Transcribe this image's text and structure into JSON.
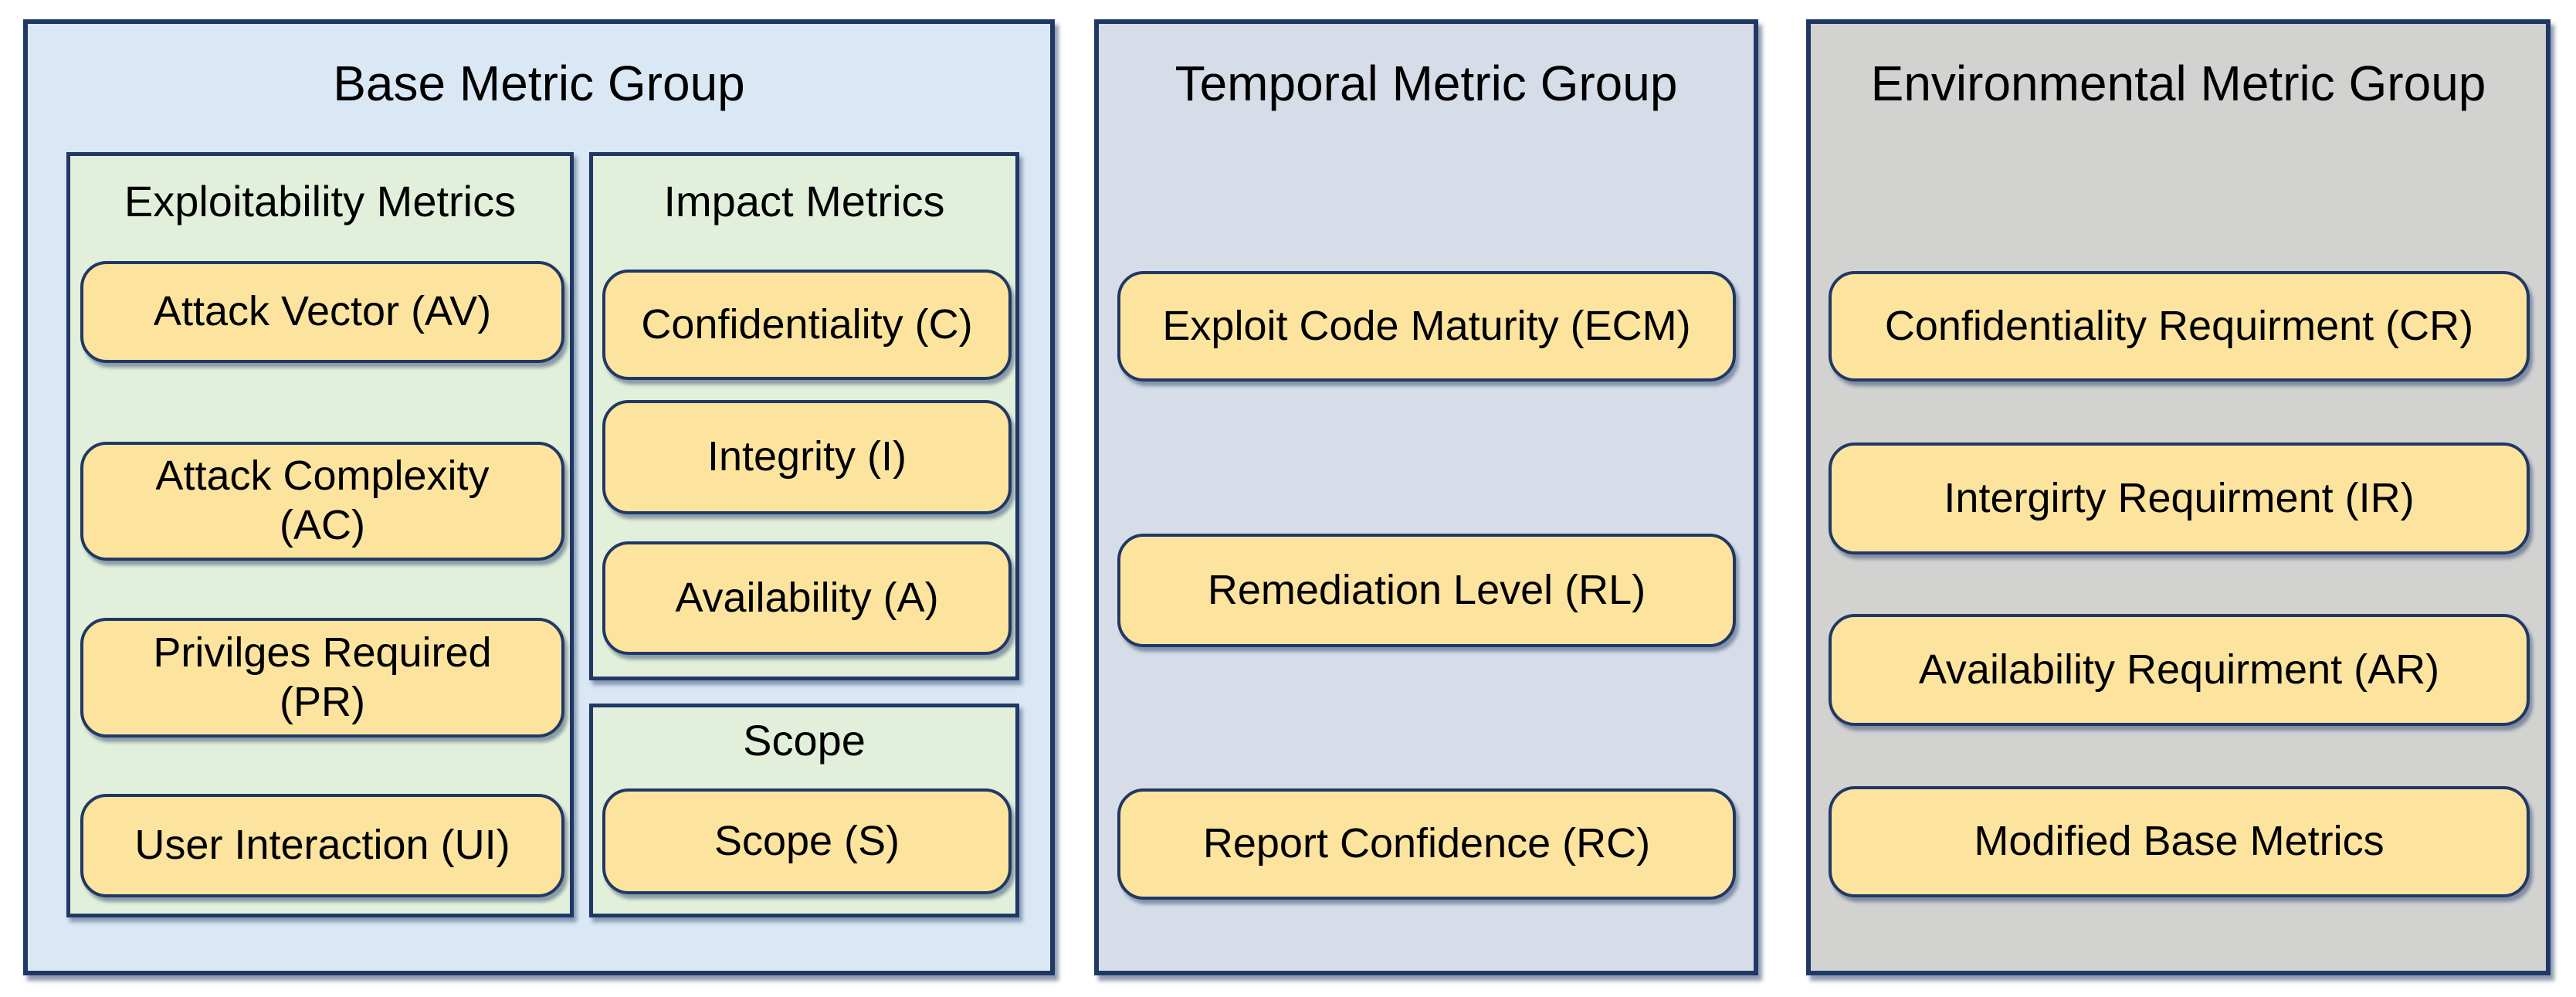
{
  "diagram": {
    "groups": [
      {
        "title": "Base Metric Group",
        "panels": [
          {
            "title": "Exploitability Metrics",
            "buttons": [
              "Attack Vector (AV)",
              "Attack Complexity\n(AC)",
              "Privilges Required\n(PR)",
              "User Interaction (UI)"
            ]
          },
          {
            "title": "Impact Metrics",
            "buttons": [
              "Confidentiality (C)",
              "Integrity (I)",
              "Availability (A)"
            ]
          },
          {
            "title": "Scope",
            "buttons": [
              "Scope (S)"
            ]
          }
        ]
      },
      {
        "title": "Temporal Metric Group",
        "buttons": [
          "Exploit Code Maturity (ECM)",
          "Remediation Level (RL)",
          "Report Confidence (RC)"
        ]
      },
      {
        "title": "Environmental Metric Group",
        "buttons": [
          "Confidentiality Requirment (CR)",
          "Intergirty Requirment (IR)",
          "Availability Requirment (AR)",
          "Modified Base Metrics"
        ]
      }
    ]
  },
  "colors": {
    "navy": "#203864",
    "blue": "#dae8f5",
    "green": "#e2efda",
    "yellow": "#fce49e",
    "bluegray": "#d6dde8",
    "gray": "#d2d2d1",
    "text": "#000000",
    "page-bg": "#ffffff"
  }
}
